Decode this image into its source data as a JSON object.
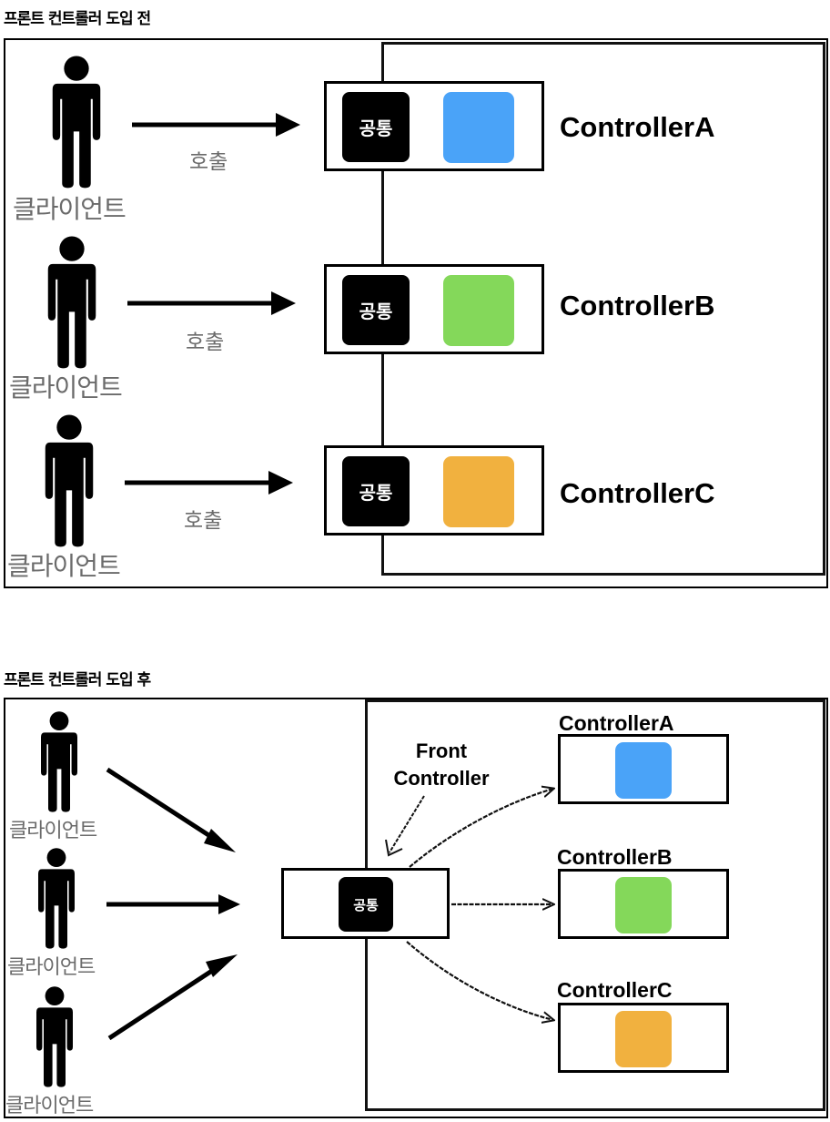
{
  "before": {
    "title": "프론트 컨트롤러 도입 전",
    "client_label": "클라이언트",
    "call_label": "호출",
    "common_label": "공통",
    "controllers": [
      {
        "name": "ControllerA",
        "color": "#4aa3f8"
      },
      {
        "name": "ControllerB",
        "color": "#84d85a"
      },
      {
        "name": "ControllerC",
        "color": "#f1b13f"
      }
    ]
  },
  "after": {
    "title": "프론트 컨트롤러 도입 후",
    "client_label": "클라이언트",
    "common_label": "공통",
    "front_controller_line1": "Front",
    "front_controller_line2": "Controller",
    "controllers": [
      {
        "name": "ControllerA",
        "color": "#4aa3f8"
      },
      {
        "name": "ControllerB",
        "color": "#84d85a"
      },
      {
        "name": "ControllerC",
        "color": "#f1b13f"
      }
    ]
  }
}
